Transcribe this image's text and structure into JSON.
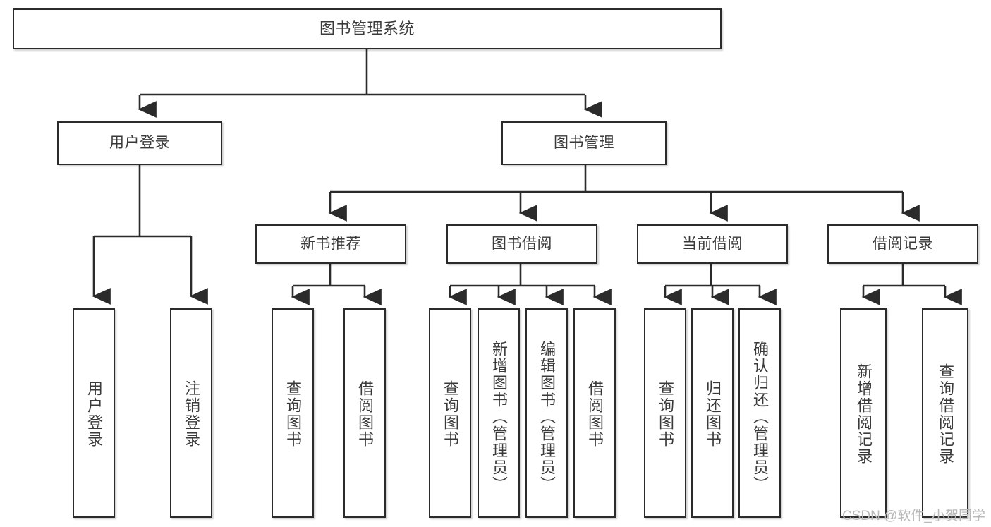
{
  "diagram": {
    "type": "tree",
    "title": "图书管理系统",
    "colors": {
      "box_border": "#2b2b2b",
      "box_fill": "#ffffff",
      "connector": "#2b2b2b",
      "text": "#3a3a3a",
      "watermark": "#b9b9b9"
    },
    "root": {
      "label": "图书管理系统"
    },
    "level2": [
      {
        "label": "用户登录"
      },
      {
        "label": "图书管理"
      }
    ],
    "level3": [
      {
        "label": "新书推荐"
      },
      {
        "label": "图书借阅"
      },
      {
        "label": "当前借阅"
      },
      {
        "label": "借阅记录"
      }
    ],
    "leaves": {
      "user_login": [
        {
          "label": "用户登录"
        },
        {
          "label": "注销登录"
        }
      ],
      "new_book_recommend": [
        {
          "label": "查询图书"
        },
        {
          "label": "借阅图书"
        }
      ],
      "book_borrow": [
        {
          "label": "查询图书"
        },
        {
          "label": "新增图书（管理员）"
        },
        {
          "label": "编辑图书（管理员）"
        },
        {
          "label": "借阅图书"
        }
      ],
      "current_borrow": [
        {
          "label": "查询图书"
        },
        {
          "label": "归还图书"
        },
        {
          "label": "确认归还（管理员）"
        }
      ],
      "borrow_record": [
        {
          "label": "新增借阅记录"
        },
        {
          "label": "查询借阅记录"
        }
      ]
    }
  },
  "watermark": {
    "text": "CSDN @软件_小贺同学"
  }
}
